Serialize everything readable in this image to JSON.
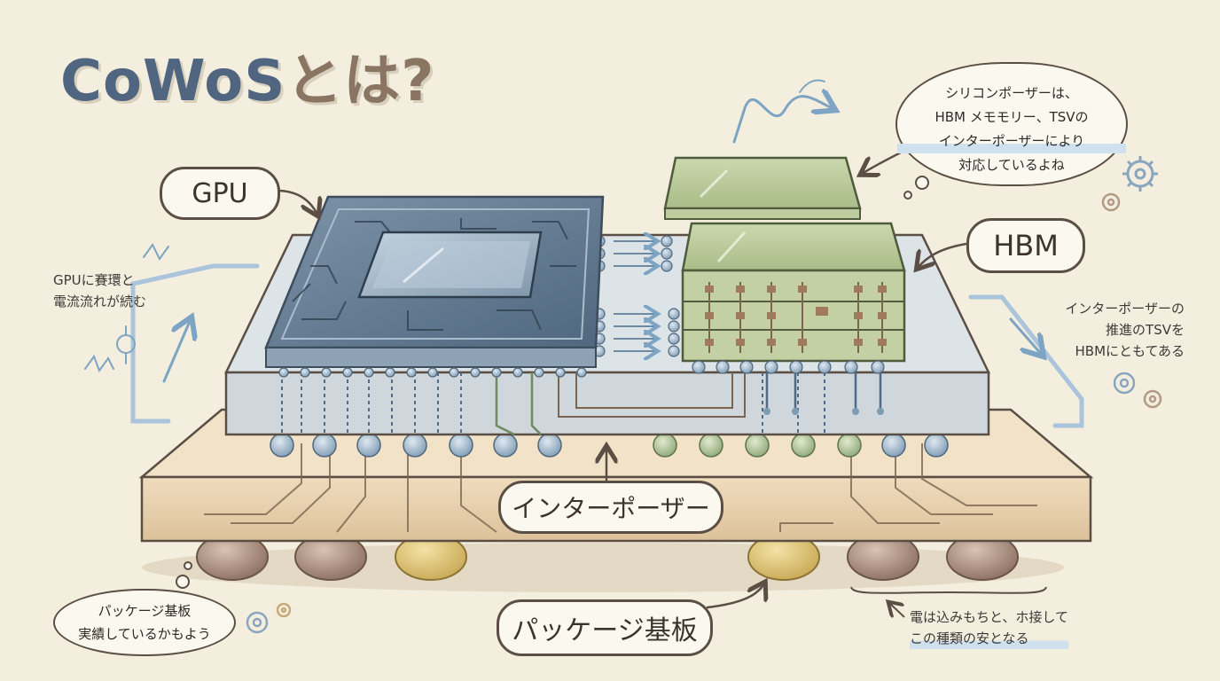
{
  "title": {
    "main": "CoWoS",
    "suffix": "とは?"
  },
  "labels": {
    "gpu": "GPU",
    "hbm": "HBM",
    "interposer": "インターポーザー",
    "substrate": "パッケージ基板"
  },
  "bubbles": {
    "top_right": [
      "シリコンポーザーは、",
      "HBM メモモリー、TSVの",
      "インターポーザーにより",
      "対応しているよね"
    ],
    "bottom_left": [
      "パッケージ基板",
      "実績しているかもよう"
    ]
  },
  "notes": {
    "left": [
      "GPUに賽環と",
      "電流流れが続む"
    ],
    "right": [
      "インターポーザーの",
      "推進のTSVを",
      "HBMにともてある"
    ],
    "bottom_right": [
      "電は込みもちと、ホ接して",
      "この種類の安となる"
    ]
  },
  "colors": {
    "gpu_body": "#5e7891",
    "hbm_body": "#b9c99a",
    "interposer_top": "#d3dbe0",
    "substrate": "#e9d3b0",
    "accent_blue": "#7ea4c4"
  },
  "icons": [
    "gear-icon",
    "wave-icon",
    "arrow-icon",
    "circuit-icon"
  ]
}
